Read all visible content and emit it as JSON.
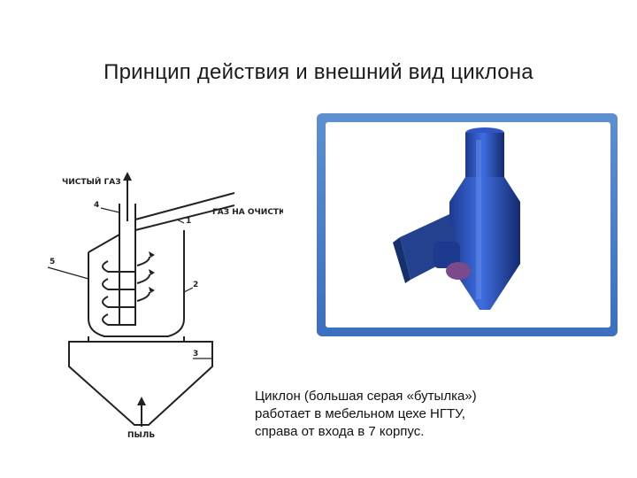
{
  "title": "Принцип действия и внешний вид циклона",
  "schema": {
    "label_clean_gas": "ЧИСТЫЙ ГАЗ",
    "label_gas_to_cleaning": "ГАЗ НА ОЧИСТКУ",
    "label_dust": "ПЫЛЬ",
    "numbers": [
      "1",
      "2",
      "3",
      "4",
      "5"
    ]
  },
  "photo": {
    "frame_color": "#3b6fbf",
    "body_color": "#2a4fb5",
    "outlet_color": "#7a4a8a"
  },
  "caption": {
    "line1": "Циклон (большая серая «бутылка»)",
    "line2": "работает в мебельном цехе НГТУ,",
    "line3": "справа от входа в  7 корпус."
  }
}
